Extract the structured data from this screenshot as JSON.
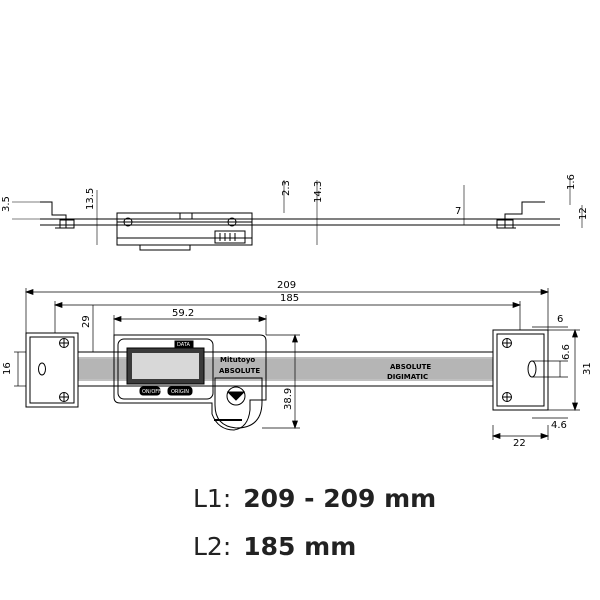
{
  "drawing": {
    "side_view": {
      "dimensions": [
        "3.5",
        "13.5",
        "2.3",
        "14.3",
        "7",
        "1.6",
        "12"
      ]
    },
    "front_view": {
      "overall_length": "209",
      "scale_length": "185",
      "body_width": "59.2",
      "offset_top": "29",
      "mount_height_left": "16",
      "body_height": "38.9",
      "dim_right": [
        "6",
        "6.6",
        "31",
        "4.6",
        "22"
      ]
    },
    "labels": {
      "brand": "Mitutoyo",
      "absolute": "ABSOLUTE",
      "digimatic": "DIGIMATIC",
      "button_left": "ON/OFF",
      "button_right": "ORIGIN",
      "top_button": "DATA"
    }
  },
  "specs": [
    {
      "label": "L1:",
      "value": "209 - 209 mm"
    },
    {
      "label": "L2:",
      "value": "185 mm"
    }
  ]
}
